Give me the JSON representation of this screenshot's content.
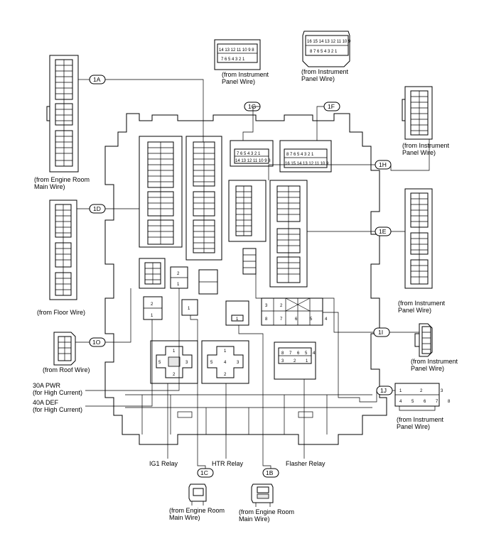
{
  "connectors": {
    "c1A": {
      "id": "1A",
      "caption_line1": "(from Engine Room",
      "caption_line2": "Main Wire)"
    },
    "c1B": {
      "id": "1B",
      "caption_line1": "(from Engine Room",
      "caption_line2": "Main Wire)"
    },
    "c1C": {
      "id": "1C",
      "caption_line1": "(from Engine Room",
      "caption_line2": "Main Wire)"
    },
    "c1D": {
      "id": "1D",
      "caption_line1": "(from Floor Wire)"
    },
    "c1E": {
      "id": "1E",
      "caption_line1": "(from Instrument",
      "caption_line2": "Panel Wire)"
    },
    "c1F": {
      "id": "1F",
      "caption_line1": "(from Instrument",
      "caption_line2": "Panel Wire)"
    },
    "c1G": {
      "id": "1G",
      "caption_line1": "(from Instrument",
      "caption_line2": "Panel Wire)"
    },
    "c1H": {
      "id": "1H",
      "caption_line1": "(from Instrument",
      "caption_line2": "Panel Wire)"
    },
    "c1I": {
      "id": "1I",
      "caption_line1": "(from Instrument",
      "caption_line2": "Panel Wire)"
    },
    "c1J": {
      "id": "1J",
      "caption_line1": "(from Instrument",
      "caption_line2": "Panel Wire)"
    },
    "c1O": {
      "id": "1O",
      "caption_line1": "(from Roof Wire)"
    }
  },
  "labels": {
    "pwr_line1": "30A PWR",
    "pwr_line2": "(for High Current)",
    "def_line1": "40A DEF",
    "def_line2": "(for High Current)",
    "ig1_relay": "IG1 Relay",
    "htr_relay": "HTR Relay",
    "flasher_relay": "Flasher Relay"
  },
  "pins": {
    "g_top": "7 6 5 4 3 2 1",
    "g_bot": "14 13 12 11 10 9 8",
    "f_top": "8 7 6 5 4 3 2 1",
    "f_bot": "16 15 14 13 12 11 10 9",
    "big_left": "6 7 8",
    "big_right": "5 4",
    "relay_row_top": "3 2",
    "relay_row_bot": "8 7 6 5 4",
    "flasher_top": "8 7 6 5 4",
    "flasher_bot": "3 2 1",
    "j_top": "1 2 3",
    "j_bot": "4 5 6 7 8"
  }
}
